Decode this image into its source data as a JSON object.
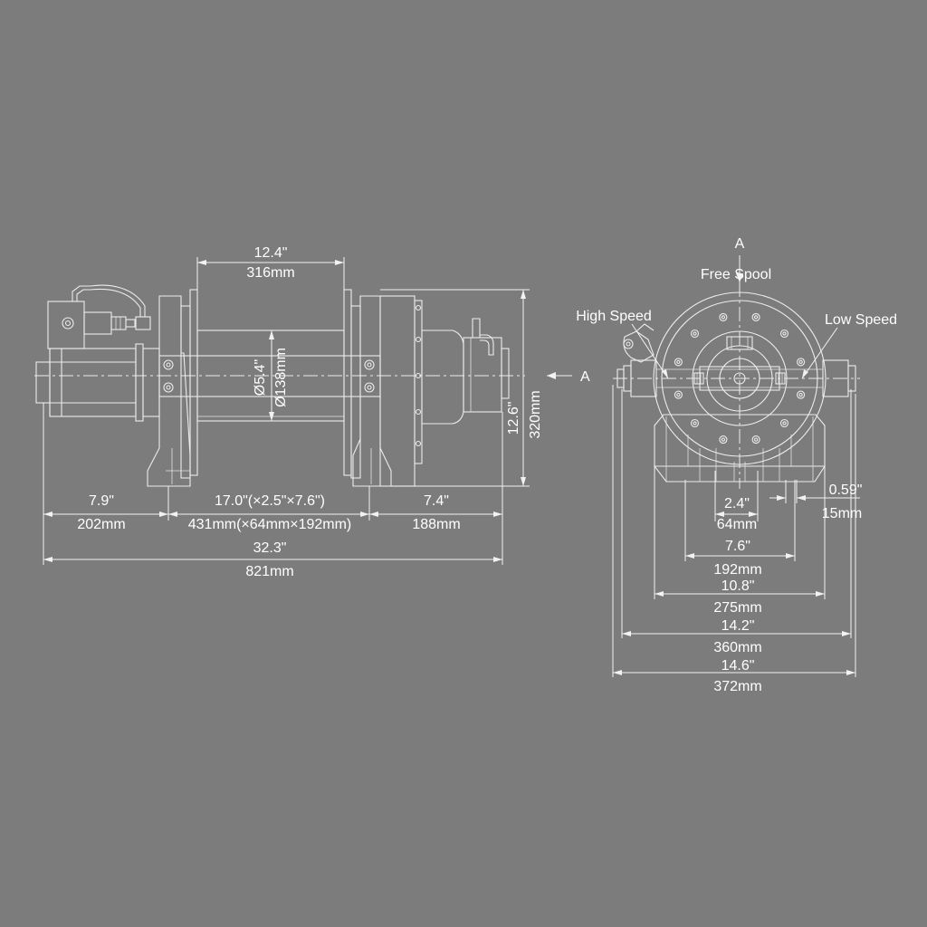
{
  "side_view": {
    "drum_length": {
      "in": "12.4\"",
      "mm": "316mm"
    },
    "drum_diameter": {
      "in": "Ø5.4\"",
      "mm": "Ø138mm"
    },
    "height": {
      "in": "12.6\"",
      "mm": "320mm"
    },
    "motor_end": {
      "in": "7.9\"",
      "mm": "202mm"
    },
    "mount_span": {
      "in": "17.0\"(×2.5\"×7.6\")",
      "mm": "431mm(×64mm×192mm)"
    },
    "gear_end": {
      "in": "7.4\"",
      "mm": "188mm"
    },
    "overall": {
      "in": "32.3\"",
      "mm": "821mm"
    },
    "section_marker": "A"
  },
  "end_view": {
    "section_marker": "A",
    "labels": {
      "free_spool": "Free Spool",
      "high_speed": "High Speed",
      "low_speed": "Low Speed"
    },
    "slot_width": {
      "in": "2.4\"",
      "mm": "64mm"
    },
    "slot_offset": {
      "in": "0.59\"",
      "mm": "15mm"
    },
    "bolt_inner": {
      "in": "7.6\"",
      "mm": "192mm"
    },
    "bolt_outer": {
      "in": "10.8\"",
      "mm": "275mm"
    },
    "width": {
      "in": "14.2\"",
      "mm": "360mm"
    },
    "overall_width": {
      "in": "14.6\"",
      "mm": "372mm"
    }
  },
  "colors": {
    "background": "#7c7c7c",
    "linework": "#ececec"
  }
}
